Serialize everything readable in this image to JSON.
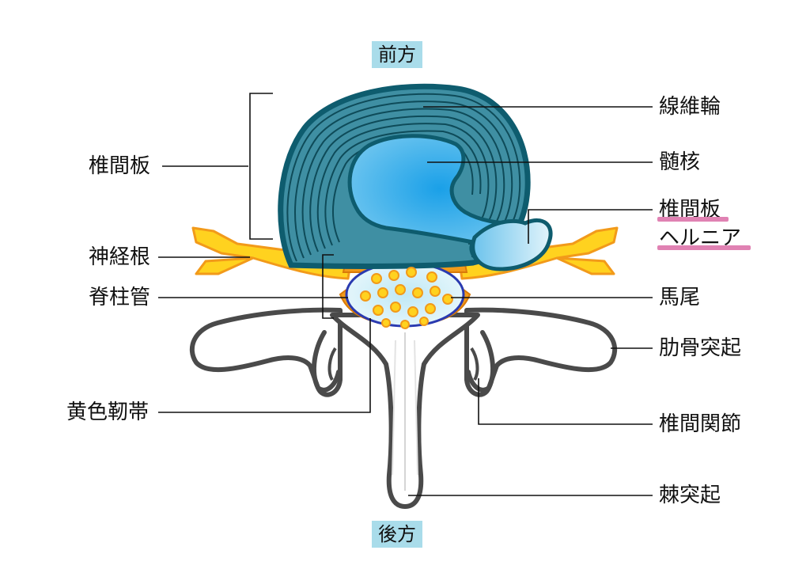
{
  "directions": {
    "front": "前方",
    "back": "後方"
  },
  "labels": {
    "annulus": "線維輪",
    "nucleus": "髄核",
    "herniation_line1": "椎間板",
    "herniation_line2": "ヘルニア",
    "cauda_equina": "馬尾",
    "transverse_process": "肋骨突起",
    "facet_joint": "椎間関節",
    "spinous_process": "棘突起",
    "disc": "椎間板",
    "nerve_root": "神経根",
    "spinal_canal": "脊柱管",
    "ligamentum_flavum": "黄色靭帯"
  },
  "colors": {
    "disc_fill": "#3f8fa3",
    "disc_stroke": "#0e5c6e",
    "nucleus": "#2aa9e6",
    "nerve": "#ffd21f",
    "ligament": "#f29a1a",
    "bone_outline": "#4a4a4a",
    "highlight": "#e082b3",
    "direction_bg": "#a9dcea"
  }
}
